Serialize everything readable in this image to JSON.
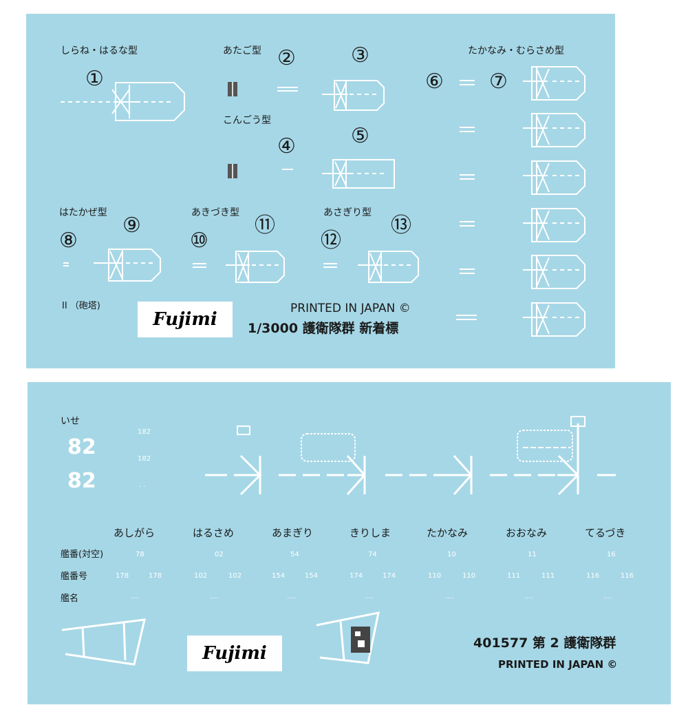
{
  "top_sheet": {
    "class_labels": {
      "shirane": "しらね・はるな型",
      "atago": "あたご型",
      "kongou": "こんごう型",
      "takanami": "たかなみ・むらさめ型",
      "hatakaze": "はたかぜ型",
      "akizuki": "あきづき型",
      "asagiri": "あさぎり型"
    },
    "numbers": {
      "n1": "①",
      "n2": "②",
      "n3": "③",
      "n4": "④",
      "n5": "⑤",
      "n6": "⑥",
      "n7": "⑦",
      "n8": "⑧",
      "n9": "⑨",
      "n10": "⑩",
      "n11": "⑪",
      "n12": "⑫",
      "n13": "⑬"
    },
    "turret_note": "II （砲塔)",
    "logo": "Fujimi",
    "printed": "PRINTED IN JAPAN ©",
    "title": "1/3000 護衛隊群 新着標"
  },
  "bottom_sheet": {
    "ise_label": "いせ",
    "hull_big_1": "82",
    "hull_big_2": "82",
    "hull_small_1": "182",
    "hull_small_2": "182",
    "hull_small_3": "· ·",
    "ships": [
      "あしがら",
      "はるさめ",
      "あまぎり",
      "きりしま",
      "たかなみ",
      "おおなみ",
      "てるづき"
    ],
    "row_labels": {
      "anti_air": "艦番(対空)",
      "hull_number": "艦番号",
      "ship_name": "艦名"
    },
    "anti_air_numbers": [
      "78",
      "02",
      "54",
      "74",
      "10",
      "11",
      "16"
    ],
    "hull_numbers": [
      [
        "178",
        "178"
      ],
      [
        "102",
        "102"
      ],
      [
        "154",
        "154"
      ],
      [
        "174",
        "174"
      ],
      [
        "110",
        "110"
      ],
      [
        "111",
        "111"
      ],
      [
        "116",
        "116"
      ]
    ],
    "name_dots": [
      "····",
      "····",
      "····",
      "····",
      "····",
      "····",
      "····"
    ],
    "logo": "Fujimi",
    "product": "401577 第 2 護衛隊群",
    "printed": "PRINTED IN JAPAN ©"
  },
  "colors": {
    "decal_blue": "#a6d7e6",
    "decal_white": "#ffffff",
    "text_dark": "#1a1a1a"
  }
}
